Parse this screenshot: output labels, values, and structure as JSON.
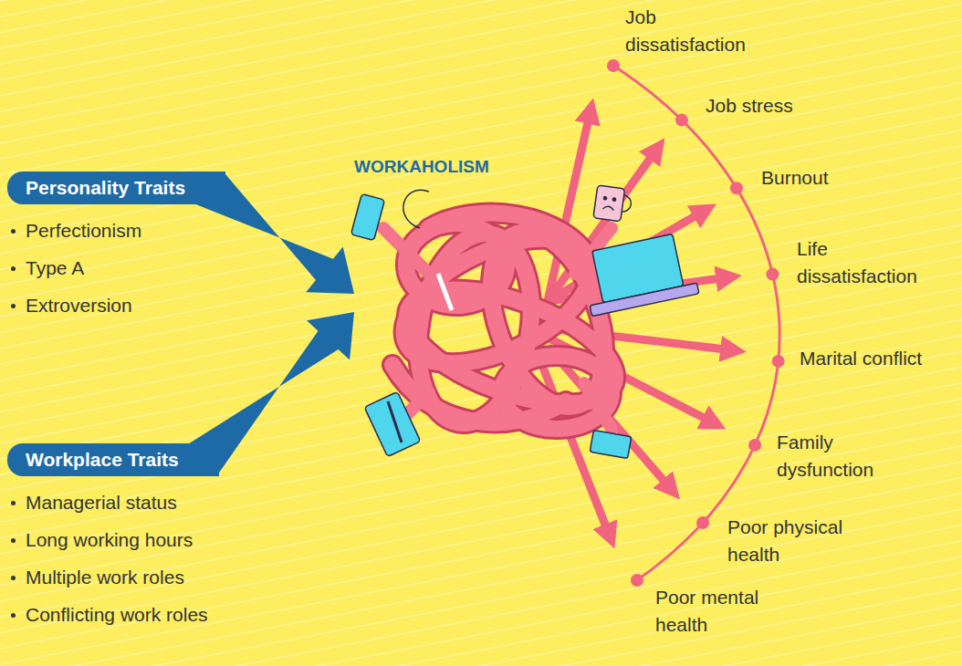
{
  "diagram": {
    "nodes": [
      {
        "text": [
          "Personality Traits",
          "Perfectionism",
          "Type A",
          "Extroversion"
        ]
      },
      {
        "text": [
          "Workplace Traits",
          "Managerial status",
          "Long working hours",
          "Multiple work roles",
          "Conflicting work roles"
        ]
      },
      {
        "text": [
          "WORKAHOLISM"
        ]
      }
    ],
    "edges": [
      {
        "from": 0,
        "to": 2,
        "arrow": "to"
      },
      {
        "from": 1,
        "to": 2,
        "arrow": "to"
      }
    ],
    "labels": [
      "Job dissatisfaction",
      "Job stress",
      "Burnout",
      "Life dissatisfaction",
      "Marital conflict",
      "Family dysfunction",
      "Poor physical health",
      "Poor mental health"
    ]
  }
}
